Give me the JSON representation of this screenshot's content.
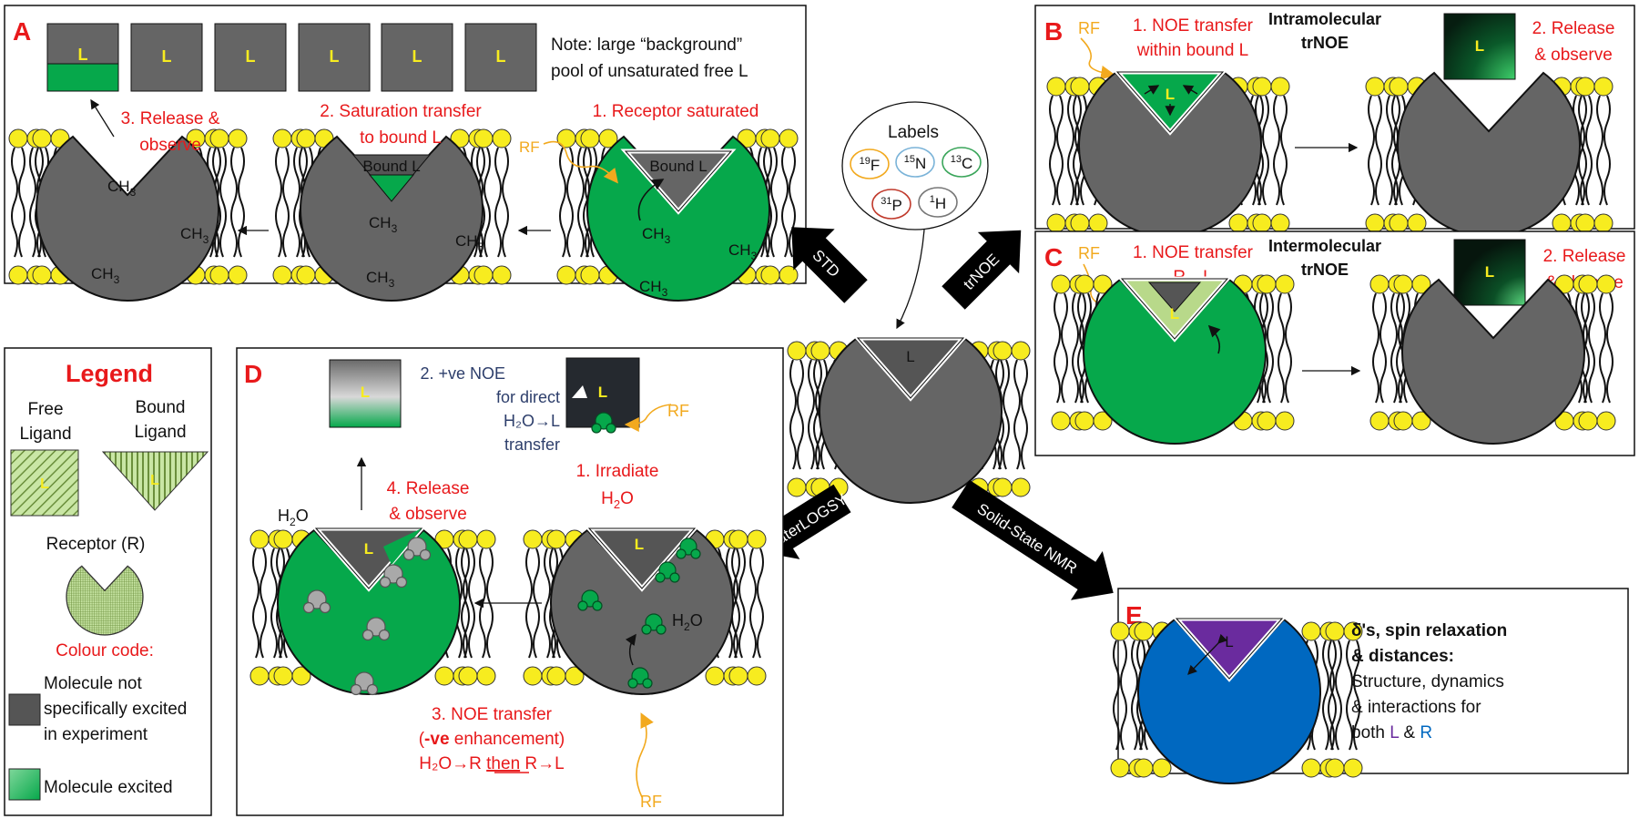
{
  "colors": {
    "grey": "#656565",
    "green": "#06a84b",
    "yellow": "#f7ec1f",
    "red": "#e8191b",
    "orange": "#f2a91e",
    "purple": "#6a2b9e",
    "blue": "#0068c0",
    "navy": "#2d3e6b",
    "dark": "#25292f"
  },
  "panels": {
    "A": {
      "letter": "A",
      "note_line1": "Note: large “background”",
      "note_line2": "pool of unsaturated free L",
      "step1": "1. Receptor saturated",
      "step2_line1": "2. Saturation transfer",
      "step2_line2": "to bound L",
      "step3_line1": "3. Release &",
      "step3_line2": "observe",
      "bound_label": "Bound L",
      "ch3": "CH",
      "ch3_sub": "3",
      "rf": "RF"
    },
    "B": {
      "letter": "B",
      "rf": "RF",
      "step1_line1": "1. NOE transfer",
      "step1_line2": "within bound L",
      "title_line1": "Intramolecular",
      "title_line2": "trNOE",
      "step2_line1": "2. Release",
      "step2_line2": "& observe"
    },
    "C": {
      "letter": "C",
      "rf": "RF",
      "step1_line1": "1. NOE transfer",
      "step1_line2": "R→L",
      "title_line1": "Intermolecular",
      "title_line2": "trNOE",
      "step2_line1": "2. Release",
      "step2_line2": "& observe"
    },
    "D": {
      "letter": "D",
      "h2o_top": "H",
      "h2o_sub": "2",
      "h2o_end": "O",
      "step1_line1": "1. Irradiate",
      "step1_line2_a": "H",
      "step1_line2_b": "2",
      "step1_line2_c": "O",
      "step2_line1": "2. +ve NOE",
      "step2_line2": "for direct",
      "step2_line3": "H₂O→L",
      "step2_line4": "transfer",
      "step3_line1": "3. NOE transfer",
      "step3_line2_a": "(",
      "step3_line2_b": "-ve",
      "step3_line2_c": " enhancement)",
      "step3_line3_a": "H₂O→R  ",
      "step3_line3_b": "then",
      "step3_line3_c": " R→L",
      "step4_line1": "4. Release",
      "step4_line2": "& observe",
      "rf": "RF"
    },
    "E": {
      "letter": "E",
      "line1": "δ's, spin relaxation",
      "line2": "& distances:",
      "line3": "Structure, dynamics",
      "line4": "& interactions for",
      "line5_a": "both ",
      "line5_b": "L",
      "line5_c": " & ",
      "line5_d": "R"
    }
  },
  "legend": {
    "title": "Legend",
    "free_line1": "Free",
    "free_line2": "Ligand",
    "bound_line1": "Bound",
    "bound_line2": "Ligand",
    "receptor": "Receptor (R)",
    "colour_code": "Colour code:",
    "grey_line1": "Molecule not",
    "grey_line2": "specifically excited",
    "grey_line3": "in experiment",
    "green_label": "Molecule excited"
  },
  "labels": {
    "title": "Labels",
    "f19_mass": "19",
    "f19_el": "F",
    "n15_mass": "15",
    "n15_el": "N",
    "c13_mass": "13",
    "c13_el": "C",
    "p31_mass": "31",
    "p31_el": "P",
    "h1_mass": "1",
    "h1_el": "H"
  },
  "center": {
    "ligand": "L"
  },
  "ligand_letter": "L",
  "arrows": {
    "std": "STD",
    "trnoe": "trNOE",
    "waterlogsy": "WaterLOGSY",
    "ssnmr": "Solid-State NMR"
  }
}
